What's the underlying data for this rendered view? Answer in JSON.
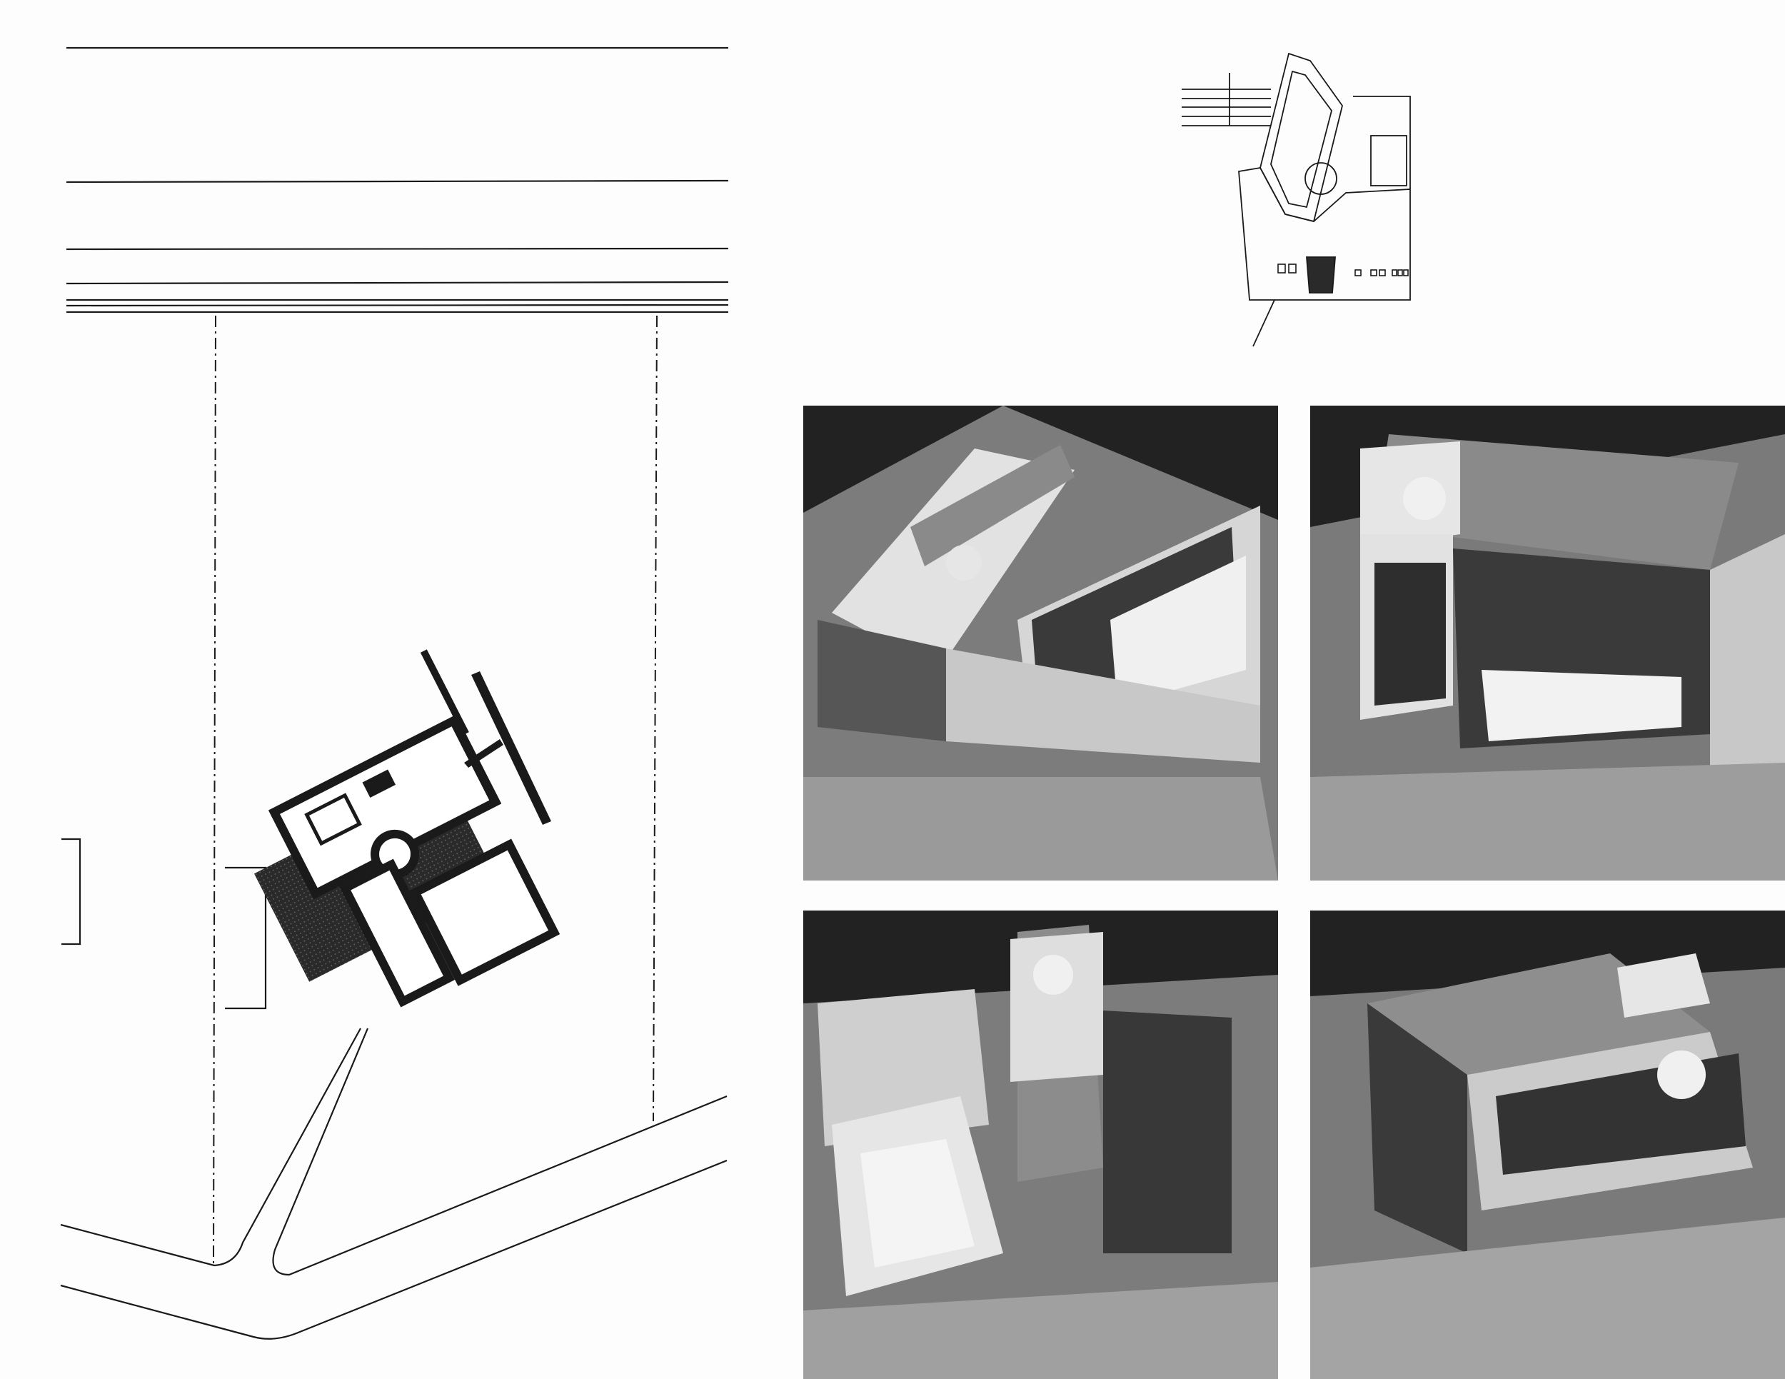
{
  "site_plan": {
    "street_line_count": 7,
    "property_lines": "dashed"
  },
  "axonometric_sketch": {
    "hatch_line_count": 5
  },
  "model_photos": [
    {
      "view": "model-view-northwest"
    },
    {
      "view": "model-view-northeast"
    },
    {
      "view": "model-view-southwest"
    },
    {
      "view": "model-view-southeast"
    }
  ],
  "colors": {
    "ink": "#1a1a1a",
    "paper": "#fdfdfd",
    "photo_background": "#1c1c1c",
    "photo_light": "#e8e8e8",
    "photo_mid": "#8c8c8c"
  }
}
